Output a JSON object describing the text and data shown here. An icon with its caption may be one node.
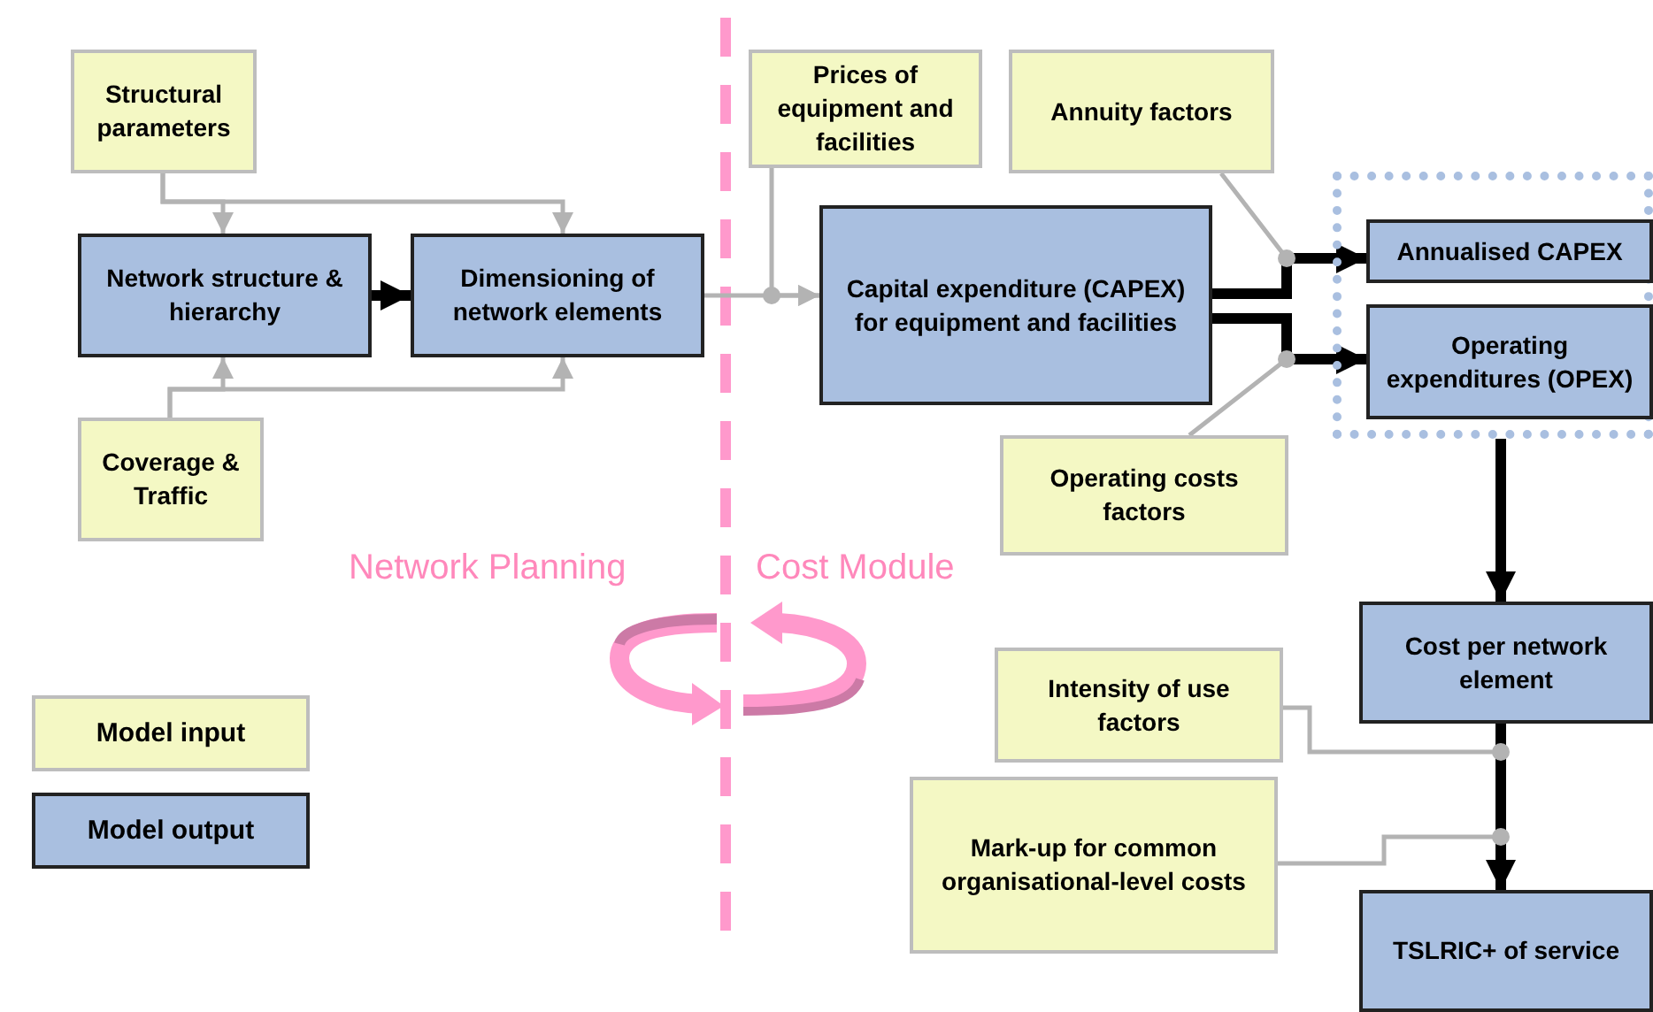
{
  "diagram": {
    "nodes": [
      {
        "text": [
          "Structural parameters"
        ]
      },
      {
        "text": [
          "Network structure & hierarchy"
        ]
      },
      {
        "text": [
          "Dimensioning of network elements"
        ]
      },
      {
        "text": [
          "Coverage & Traffic"
        ]
      },
      {
        "text": [
          "Prices of equipment and facilities"
        ]
      },
      {
        "text": [
          "Annuity factors"
        ]
      },
      {
        "text": [
          "Capital expenditure (CAPEX) for equipment and facilities"
        ]
      },
      {
        "text": [],
        "shape": "box"
      },
      {
        "text": [
          "Annualised CAPEX"
        ],
        "in": 7
      },
      {
        "text": [
          "Operating expenditures (OPEX)"
        ],
        "in": 7
      },
      {
        "text": [
          "Operating costs factors"
        ]
      },
      {
        "text": [
          "Cost per network element"
        ]
      },
      {
        "text": [
          "Intensity of use factors"
        ]
      },
      {
        "text": [
          "Mark-up for common organisational-level costs"
        ]
      },
      {
        "text": [
          "TSLRIC+ of service"
        ]
      }
    ],
    "edges": [
      {
        "from": 0,
        "to": 1,
        "arrow": "to"
      },
      {
        "from": 0,
        "to": 2,
        "arrow": "to"
      },
      {
        "from": 3,
        "to": 1,
        "arrow": "to"
      },
      {
        "from": 3,
        "to": 2,
        "arrow": "to"
      },
      {
        "from": 1,
        "to": 2,
        "arrow": "to",
        "style": "thick",
        "color": "#000000"
      },
      {
        "from": 2,
        "to": 6,
        "arrow": "to"
      },
      {
        "from": 4,
        "to": 6,
        "arrow": "to"
      },
      {
        "from": 6,
        "to": 8,
        "arrow": "to",
        "style": "thick",
        "color": "#000000"
      },
      {
        "from": 6,
        "to": 9,
        "arrow": "to",
        "style": "thick",
        "color": "#000000"
      },
      {
        "from": 5,
        "to": 8,
        "arrow": "to"
      },
      {
        "from": 10,
        "to": 9,
        "arrow": "to"
      },
      {
        "from": 7,
        "to": 11,
        "arrow": "to",
        "style": "thick",
        "color": "#000000"
      },
      {
        "from": 11,
        "to": 14,
        "arrow": "to",
        "style": "thick",
        "color": "#000000"
      },
      {
        "from": 12,
        "to": 14,
        "arrow": "to"
      },
      {
        "from": 13,
        "to": 14,
        "arrow": "to"
      }
    ],
    "labels": [
      "Network Planning",
      "Cost Module"
    ],
    "legend": [
      {
        "text": "Model input",
        "color": "#f4f8c4"
      },
      {
        "text": "Model output",
        "color": "#a9bfe0"
      }
    ]
  }
}
